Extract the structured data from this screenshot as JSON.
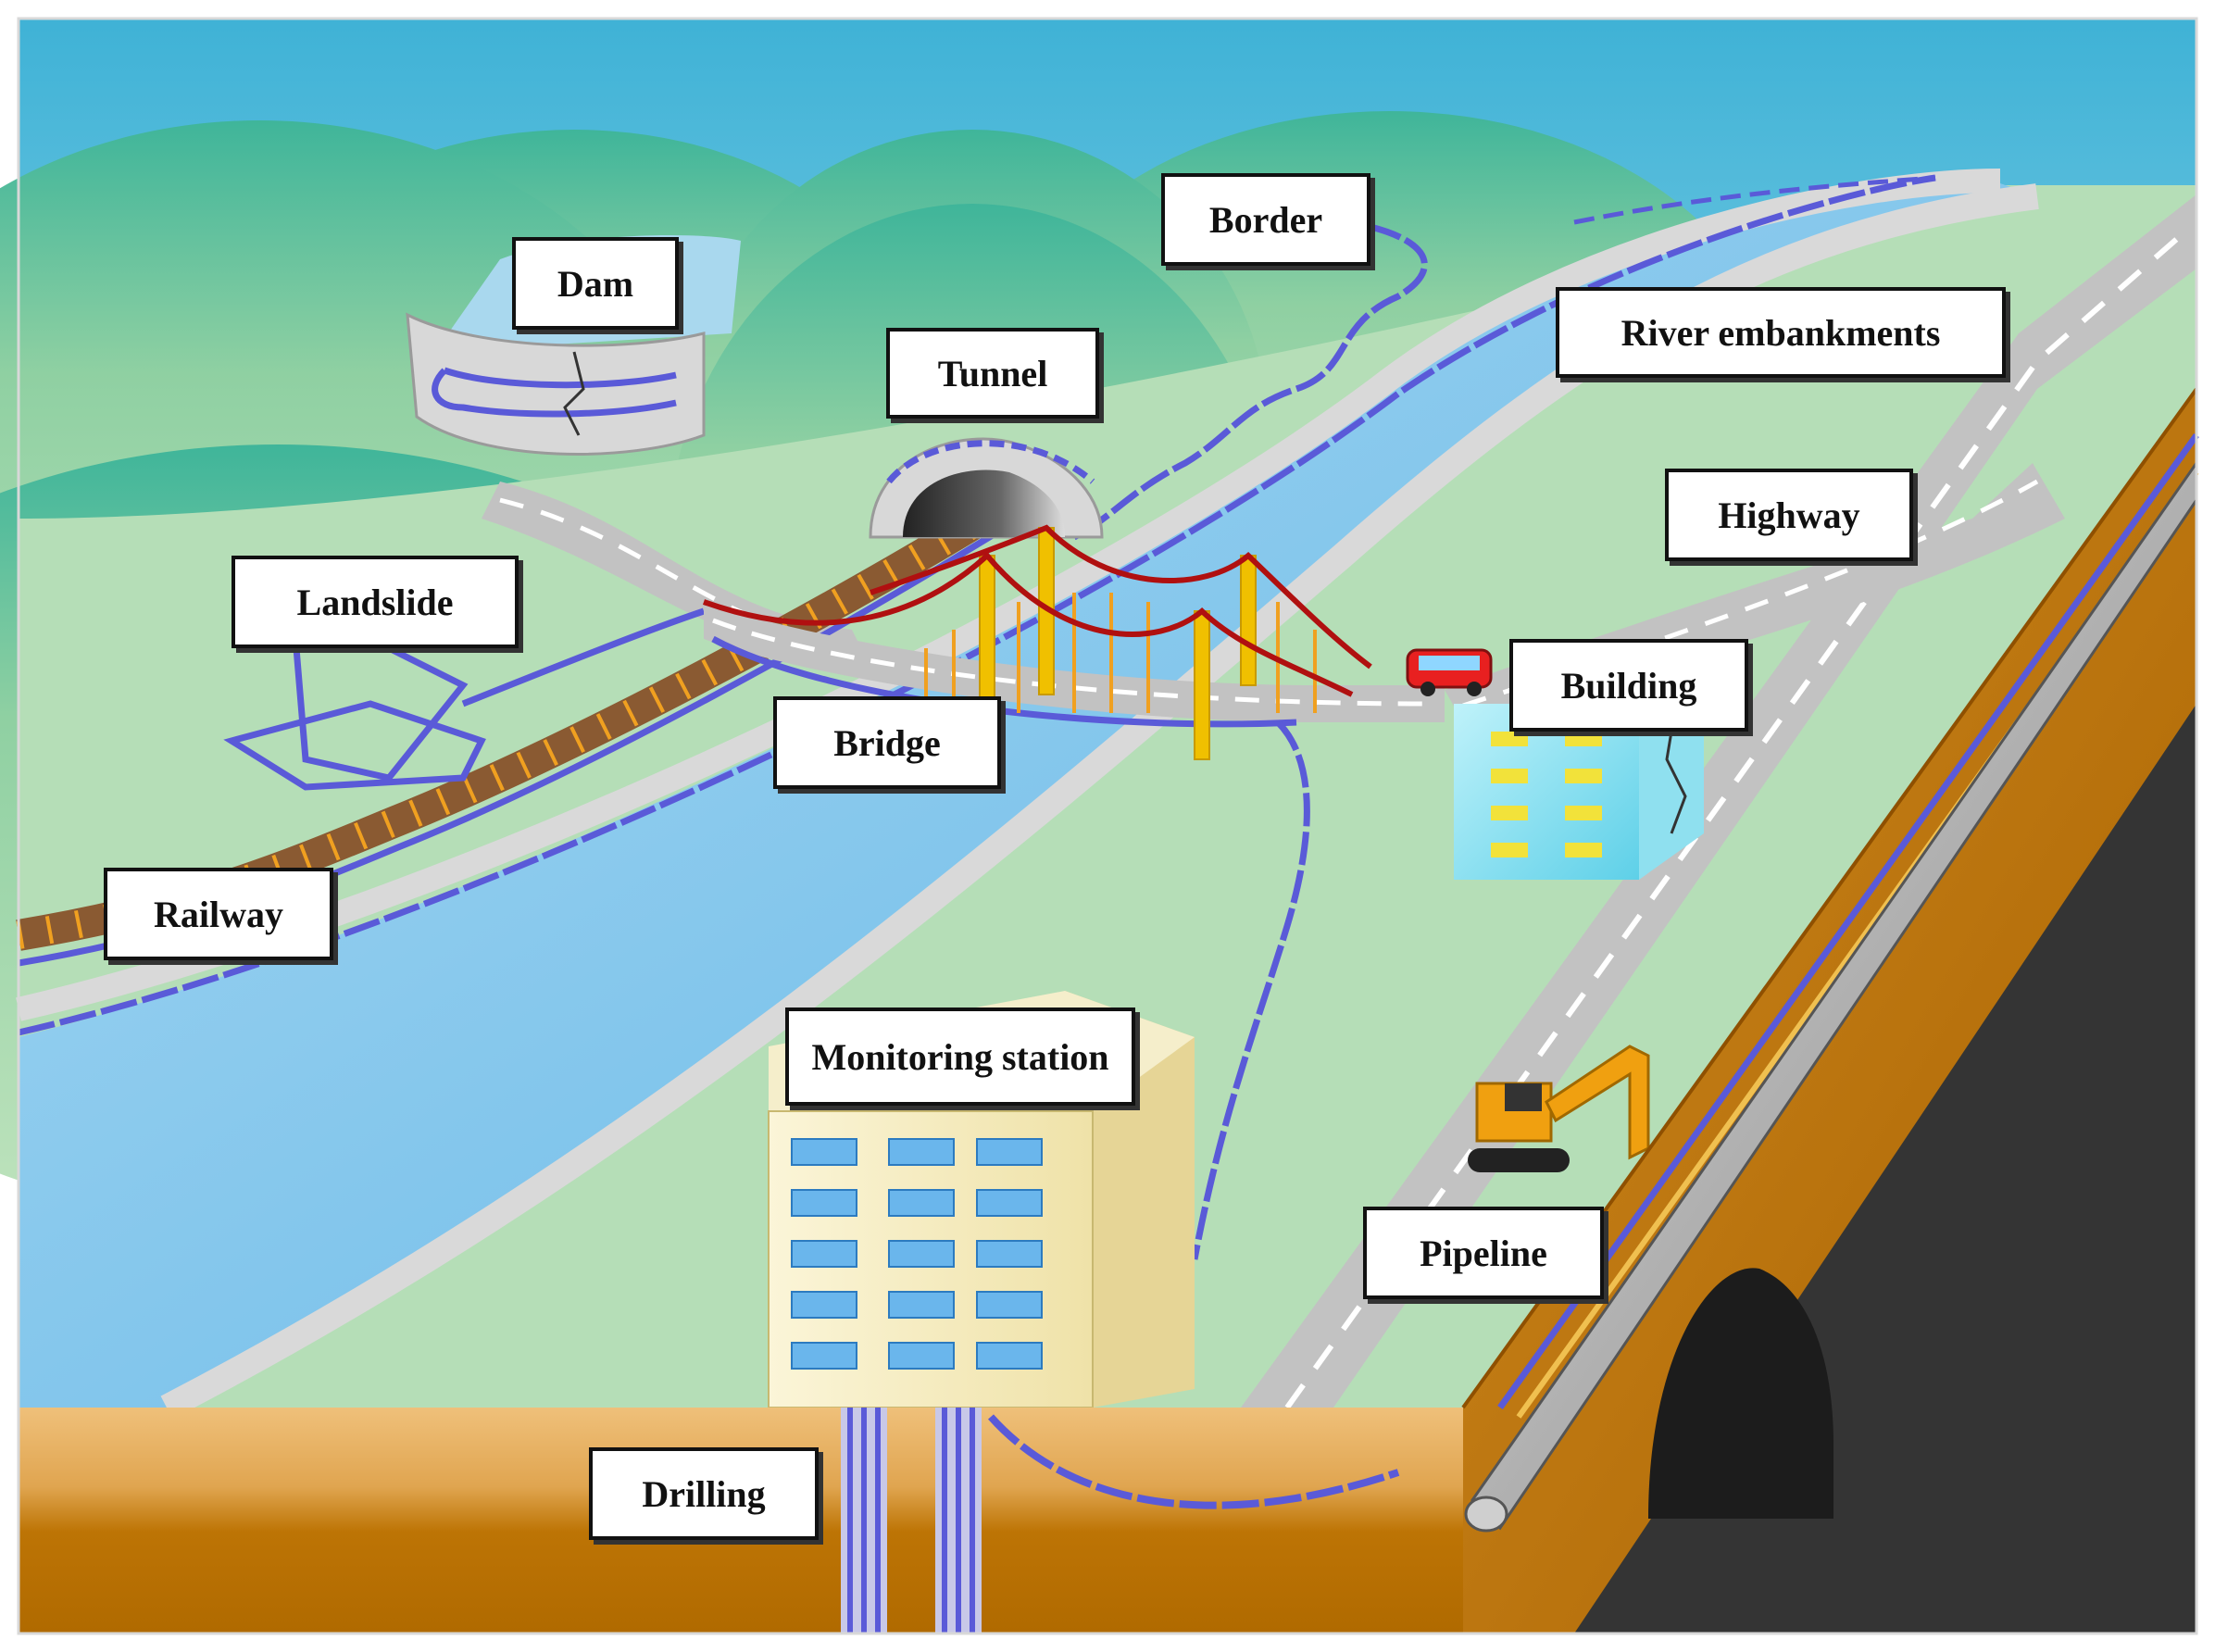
{
  "labels": {
    "dam": "Dam",
    "border": "Border",
    "tunnel": "Tunnel",
    "river_embankments": "River embankments",
    "highway": "Highway",
    "landslide": "Landslide",
    "building": "Building",
    "bridge": "Bridge",
    "railway": "Railway",
    "monitoring_station": "Monitoring station",
    "pipeline": "Pipeline",
    "drilling": "Drilling"
  },
  "colors": {
    "sky_top": "#3fb2d6",
    "hill_green": "#8fd0a2",
    "ground_green": "#b5deb7",
    "river_blue": "#7ec4ec",
    "road_gray": "#c2c2c2",
    "soil_top": "#eab868",
    "soil_bottom": "#b86e00",
    "rock_dark": "#343434",
    "fiber_blue": "#5a5ad8",
    "fiber_marker_red": "#e83030",
    "bridge_tower_yellow": "#f0c000",
    "bridge_cable_red": "#b01010"
  },
  "icons": [
    "car-icon",
    "excavator-icon",
    "monitoring-building-icon",
    "damaged-building-icon",
    "tunnel-portal-icon",
    "suspension-bridge-icon",
    "pipeline-icon",
    "borehole-icon"
  ]
}
